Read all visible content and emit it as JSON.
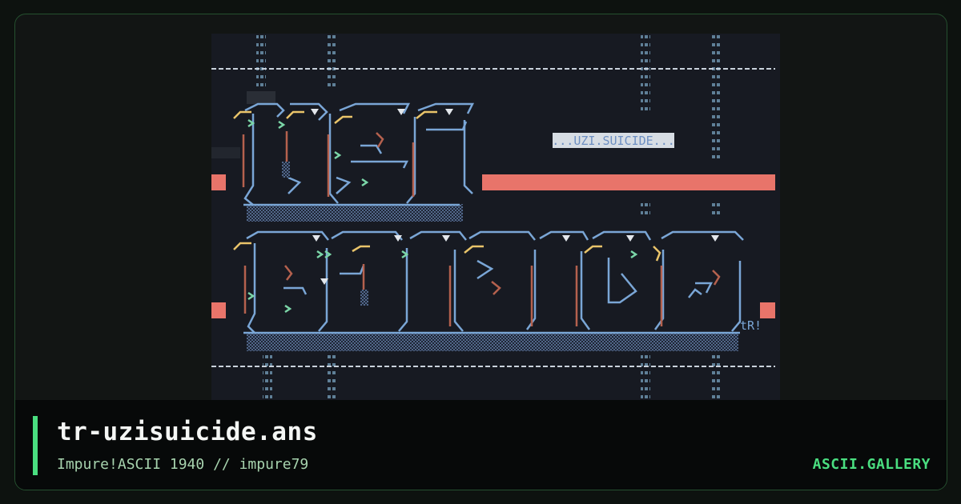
{
  "artwork": {
    "tag_text": "...UZI.SUICIDE...",
    "signature": "tR!",
    "colors": {
      "background": "#171a22",
      "salmon": "#e8746a",
      "blue": "#7aa6d6",
      "yellow": "#e9c46a",
      "green": "#7bd6a8",
      "rust": "#b5614e",
      "dots": "#5f7f97"
    }
  },
  "footer": {
    "title": "tr-uzisuicide.ans",
    "subtitle": "Impure!ASCII 1940 // impure79",
    "brand": "ASCII.GALLERY"
  }
}
